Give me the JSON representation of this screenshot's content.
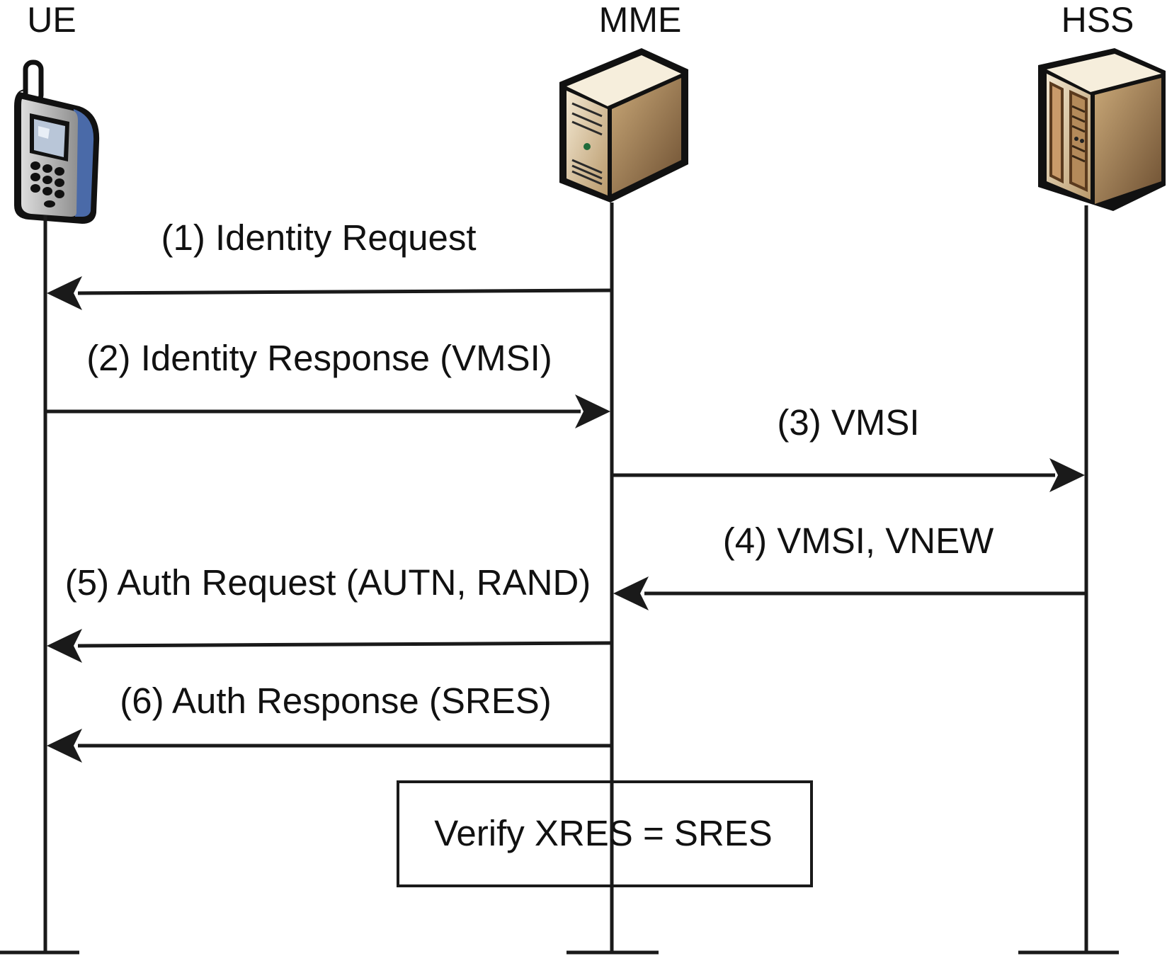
{
  "entities": [
    {
      "id": "ue",
      "label": "UE",
      "icon": "mobile-phone-icon"
    },
    {
      "id": "mme",
      "label": "MME",
      "icon": "server-tower-icon"
    },
    {
      "id": "hss",
      "label": "HSS",
      "icon": "server-cabinet-icon"
    }
  ],
  "messages": [
    {
      "label": "(1) Identity Request",
      "from": "mme",
      "to": "ue"
    },
    {
      "label": "(2) Identity Response (VMSI)",
      "from": "ue",
      "to": "mme"
    },
    {
      "label": "(3) VMSI",
      "from": "mme",
      "to": "hss"
    },
    {
      "label": "(4) VMSI, VNEW",
      "from": "hss",
      "to": "mme"
    },
    {
      "label": "(5) Auth Request (AUTN, RAND)",
      "from": "mme",
      "to": "ue"
    },
    {
      "label": "(6) Auth Response (SRES)",
      "from": "mme",
      "to": "ue"
    }
  ],
  "verify_box": {
    "label": "Verify XRES = SRES"
  },
  "colors": {
    "line": "#1a1a1a",
    "phone_blue": "#4a6aa8",
    "phone_gray": "#b9b9b9",
    "server_beige": "#e6d6b8",
    "server_dark": "#9c7a4e"
  }
}
